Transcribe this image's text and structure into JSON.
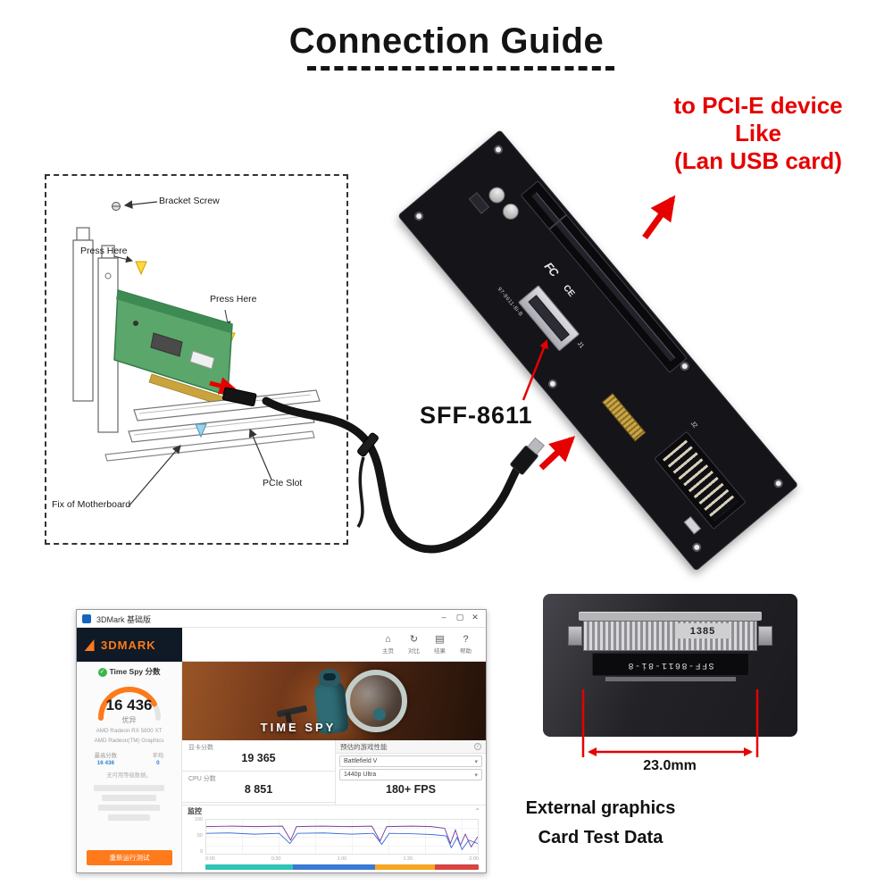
{
  "page": {
    "title": "Connection Guide"
  },
  "callouts": {
    "pcie_device": {
      "line1": "to PCI-E device",
      "line2": "Like",
      "line3": "(Lan USB card)"
    },
    "sff_label": "SFF-8611",
    "dimension_label": "23.0mm",
    "test_data": {
      "line1": "External graphics",
      "line2": "Card Test Data"
    }
  },
  "install_diagram": {
    "labels": {
      "bracket_screw": "Bracket Screw",
      "press_here_top": "Press Here",
      "press_here_card": "Press Here",
      "pcie_slot": "PCIe Slot",
      "motherboard": "Fix of Motherboard"
    }
  },
  "adapter_board": {
    "markings": {
      "fcc": "FC",
      "ce": "CE",
      "j1": "J1",
      "j2": "J2",
      "silk": "97-8611-8i-B"
    }
  },
  "connector_photo": {
    "part_number": "1385",
    "model": "SFF-8611-8i-8"
  },
  "benchmark": {
    "window": {
      "title": "3DMark 基础版",
      "minimize": "–",
      "maximize": "▢",
      "close": "✕"
    },
    "brand": "3DMARK",
    "nav": [
      {
        "label": "主页"
      },
      {
        "label": "对比"
      },
      {
        "label": "结果"
      },
      {
        "label": "帮助"
      }
    ],
    "sidebar": {
      "section": "Time Spy 分数",
      "score": "16 436",
      "grade": "优异",
      "gpu": "AMD Radeon RX 5800 XT",
      "cpu": "AMD Radeon(TM) Graphics",
      "best_label": "最高分数",
      "best_value": "16 436",
      "avg_label": "平均",
      "avg_value": "0",
      "note": "无可用等级数据。",
      "action": "重新运行测试"
    },
    "hero": {
      "title": "TIME SPY"
    },
    "scores": {
      "gpu_label": "显卡分数",
      "gpu_value": "19 365",
      "cpu_label": "CPU 分数",
      "cpu_value": "8 851"
    },
    "estimate": {
      "header": "预估的游戏性能",
      "game": "Battlefield V",
      "preset": "1440p Ultra",
      "fps": "180+ FPS"
    },
    "monitoring": {
      "header": "监控",
      "y_ticks": [
        "100",
        "50",
        "0"
      ],
      "x_ticks": [
        "0:00",
        "0:30",
        "1:00",
        "1:30",
        "2:00"
      ]
    }
  }
}
